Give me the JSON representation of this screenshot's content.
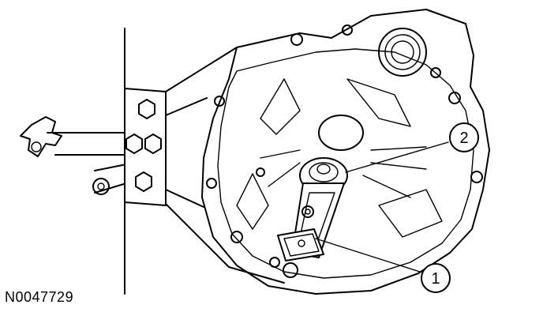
{
  "figure": {
    "id": "N0047729"
  },
  "callouts": [
    {
      "label": "1"
    },
    {
      "label": "2"
    }
  ]
}
